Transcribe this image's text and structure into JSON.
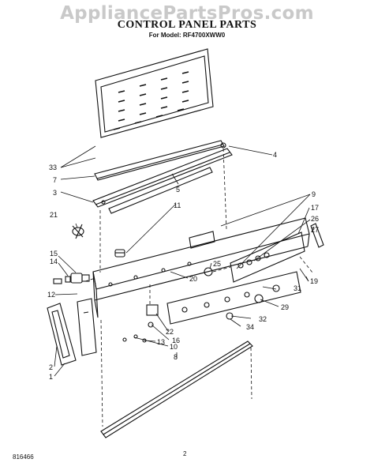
{
  "watermark": "AppliancePartsPros.com",
  "title": "CONTROL PANEL PARTS",
  "subtitle": "For Model: RF4700XWW0",
  "footer_code": "816466",
  "page_number": "2",
  "callouts": [
    "33",
    "7",
    "3",
    "21",
    "15",
    "14",
    "12",
    "2",
    "1",
    "4",
    "5",
    "11",
    "9",
    "17",
    "26",
    "27",
    "25",
    "20",
    "19",
    "31",
    "29",
    "32",
    "34",
    "22",
    "16",
    "13",
    "10",
    "8"
  ]
}
